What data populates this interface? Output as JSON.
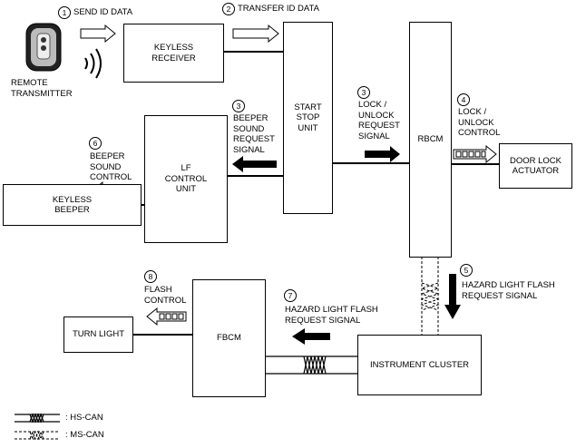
{
  "steps": [
    {
      "num": "1",
      "label": "SEND ID DATA"
    },
    {
      "num": "2",
      "label": "TRANSFER ID DATA"
    },
    {
      "num": "3",
      "label": "BEEPER\nSOUND\nREQUEST\nSIGNAL"
    },
    {
      "num": "3",
      "label": "LOCK /\nUNLOCK\nREQUEST\nSIGNAL"
    },
    {
      "num": "4",
      "label": "LOCK /\nUNLOCK\nCONTROL"
    },
    {
      "num": "5",
      "label": "HAZARD LIGHT FLASH\nREQUEST SIGNAL"
    },
    {
      "num": "6",
      "label": "BEEPER\nSOUND\nCONTROL"
    },
    {
      "num": "7",
      "label": "HAZARD LIGHT FLASH\nREQUEST SIGNAL"
    },
    {
      "num": "8",
      "label": "FLASH\nCONTROL"
    }
  ],
  "components": {
    "remote_transmitter": "REMOTE\nTRANSMITTER",
    "keyless_receiver": "KEYLESS\nRECEIVER",
    "start_stop_unit": "START\nSTOP\nUNIT",
    "rbcm": "RBCM",
    "door_lock_actuator": "DOOR LOCK\nACTUATOR",
    "lf_control_unit": "LF\nCONTROL\nUNIT",
    "keyless_beeper": "KEYLESS\nBEEPER",
    "fbcm": "FBCM",
    "turn_light": "TURN LIGHT",
    "instrument_cluster": "INSTRUMENT CLUSTER"
  },
  "legend": [
    {
      "label": ": HS-CAN"
    },
    {
      "label": ": MS-CAN"
    }
  ]
}
